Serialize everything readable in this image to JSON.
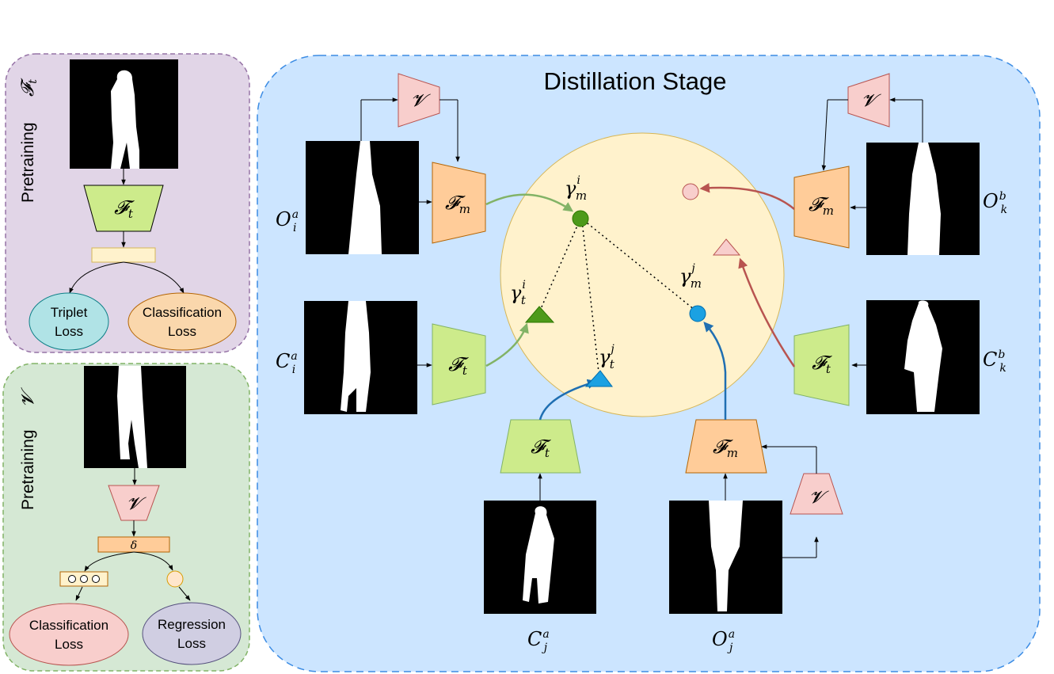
{
  "diagram": {
    "title": "Distillation Stage",
    "pretrain_ft": {
      "label": "Pretraining",
      "label_symbol": "𝓕",
      "label_sub": "t",
      "encoder_symbol": "𝓕",
      "encoder_sub": "t",
      "loss_left": "Triplet\nLoss",
      "loss_right": "Classification\nLoss"
    },
    "pretrain_v": {
      "label": "Pretraining",
      "label_symbol": "𝓥",
      "encoder_symbol": "𝓥",
      "delta": "δ",
      "loss_left": "Classification\nLoss",
      "loss_right": "Regression\nLoss"
    },
    "images": {
      "Oia": {
        "name": "O",
        "sup": "a",
        "sub": "i"
      },
      "Cia": {
        "name": "C",
        "sup": "a",
        "sub": "i"
      },
      "Okb": {
        "name": "O",
        "sup": "b",
        "sub": "k"
      },
      "Ckb": {
        "name": "C",
        "sup": "b",
        "sub": "k"
      },
      "Cja": {
        "name": "C",
        "sup": "a",
        "sub": "j"
      },
      "Oja": {
        "name": "O",
        "sup": "a",
        "sub": "j"
      }
    },
    "encoders": {
      "Fm_symbol": "𝓕",
      "Fm_sub": "m",
      "Ft_symbol": "𝓕",
      "Ft_sub": "t",
      "V_symbol": "𝓥"
    },
    "embeddings": {
      "gm_i": {
        "name": "γ",
        "sup": "i",
        "sub": "m"
      },
      "gt_i": {
        "name": "γ",
        "sup": "i",
        "sub": "t"
      },
      "gt_j": {
        "name": "γ",
        "sup": "j",
        "sub": "t"
      },
      "gm_j": {
        "name": "γ",
        "sup": "j",
        "sub": "m"
      }
    },
    "colors": {
      "purple_panel": "#e1d5e7",
      "purple_border": "#9673a6",
      "green_panel": "#d5e8d4",
      "green_border": "#82b366",
      "blue_panel": "#cce5ff",
      "blue_border": "#3c8ce4",
      "circle_fill": "#fff2cc",
      "circle_border": "#d6b656",
      "fm_fill": "#ffcc99",
      "ft_fill": "#cdeb8b",
      "v_fill": "#f8cecc",
      "green_arrow": "#82b366",
      "blue_arrow": "#1f6fb2",
      "red_arrow": "#b85450",
      "green_mark": "#4d9a1a",
      "blue_mark": "#1ba1e2"
    }
  }
}
